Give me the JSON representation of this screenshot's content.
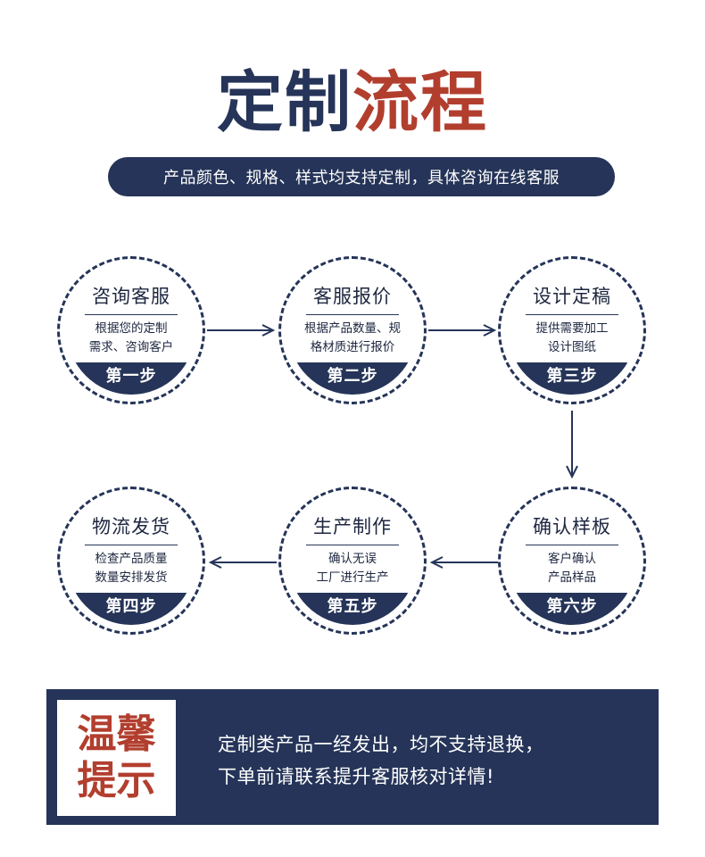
{
  "header": {
    "title_part1": "定制",
    "title_part2": "流程",
    "subtitle": "产品颜色、规格、样式均支持定制，具体咨询在线客服"
  },
  "steps": [
    {
      "name": "咨询客服",
      "desc_line1": "根据您的定制",
      "desc_line2": "需求、咨询客户",
      "step_label": "第一步"
    },
    {
      "name": "客服报价",
      "desc_line1": "根据产品数量、规",
      "desc_line2": "格材质进行报价",
      "step_label": "第二步"
    },
    {
      "name": "设计定稿",
      "desc_line1": "提供需要加工",
      "desc_line2": "设计图纸",
      "step_label": "第三步"
    },
    {
      "name": "物流发货",
      "desc_line1": "检查产品质量",
      "desc_line2": "数量安排发货",
      "step_label": "第四步"
    },
    {
      "name": "生产制作",
      "desc_line1": "确认无误",
      "desc_line2": "工厂进行生产",
      "step_label": "第五步"
    },
    {
      "name": "确认样板",
      "desc_line1": "客户确认",
      "desc_line2": "产品样品",
      "step_label": "第六步"
    }
  ],
  "notice": {
    "label_line1": "温馨",
    "label_line2": "提示",
    "text_line1": "定制类产品一经发出，均不支持退换，",
    "text_line2": "下单前请联系提升客服核对详情!"
  },
  "colors": {
    "navy": "#253458",
    "accent_red": "#b23e2e",
    "white": "#ffffff"
  }
}
